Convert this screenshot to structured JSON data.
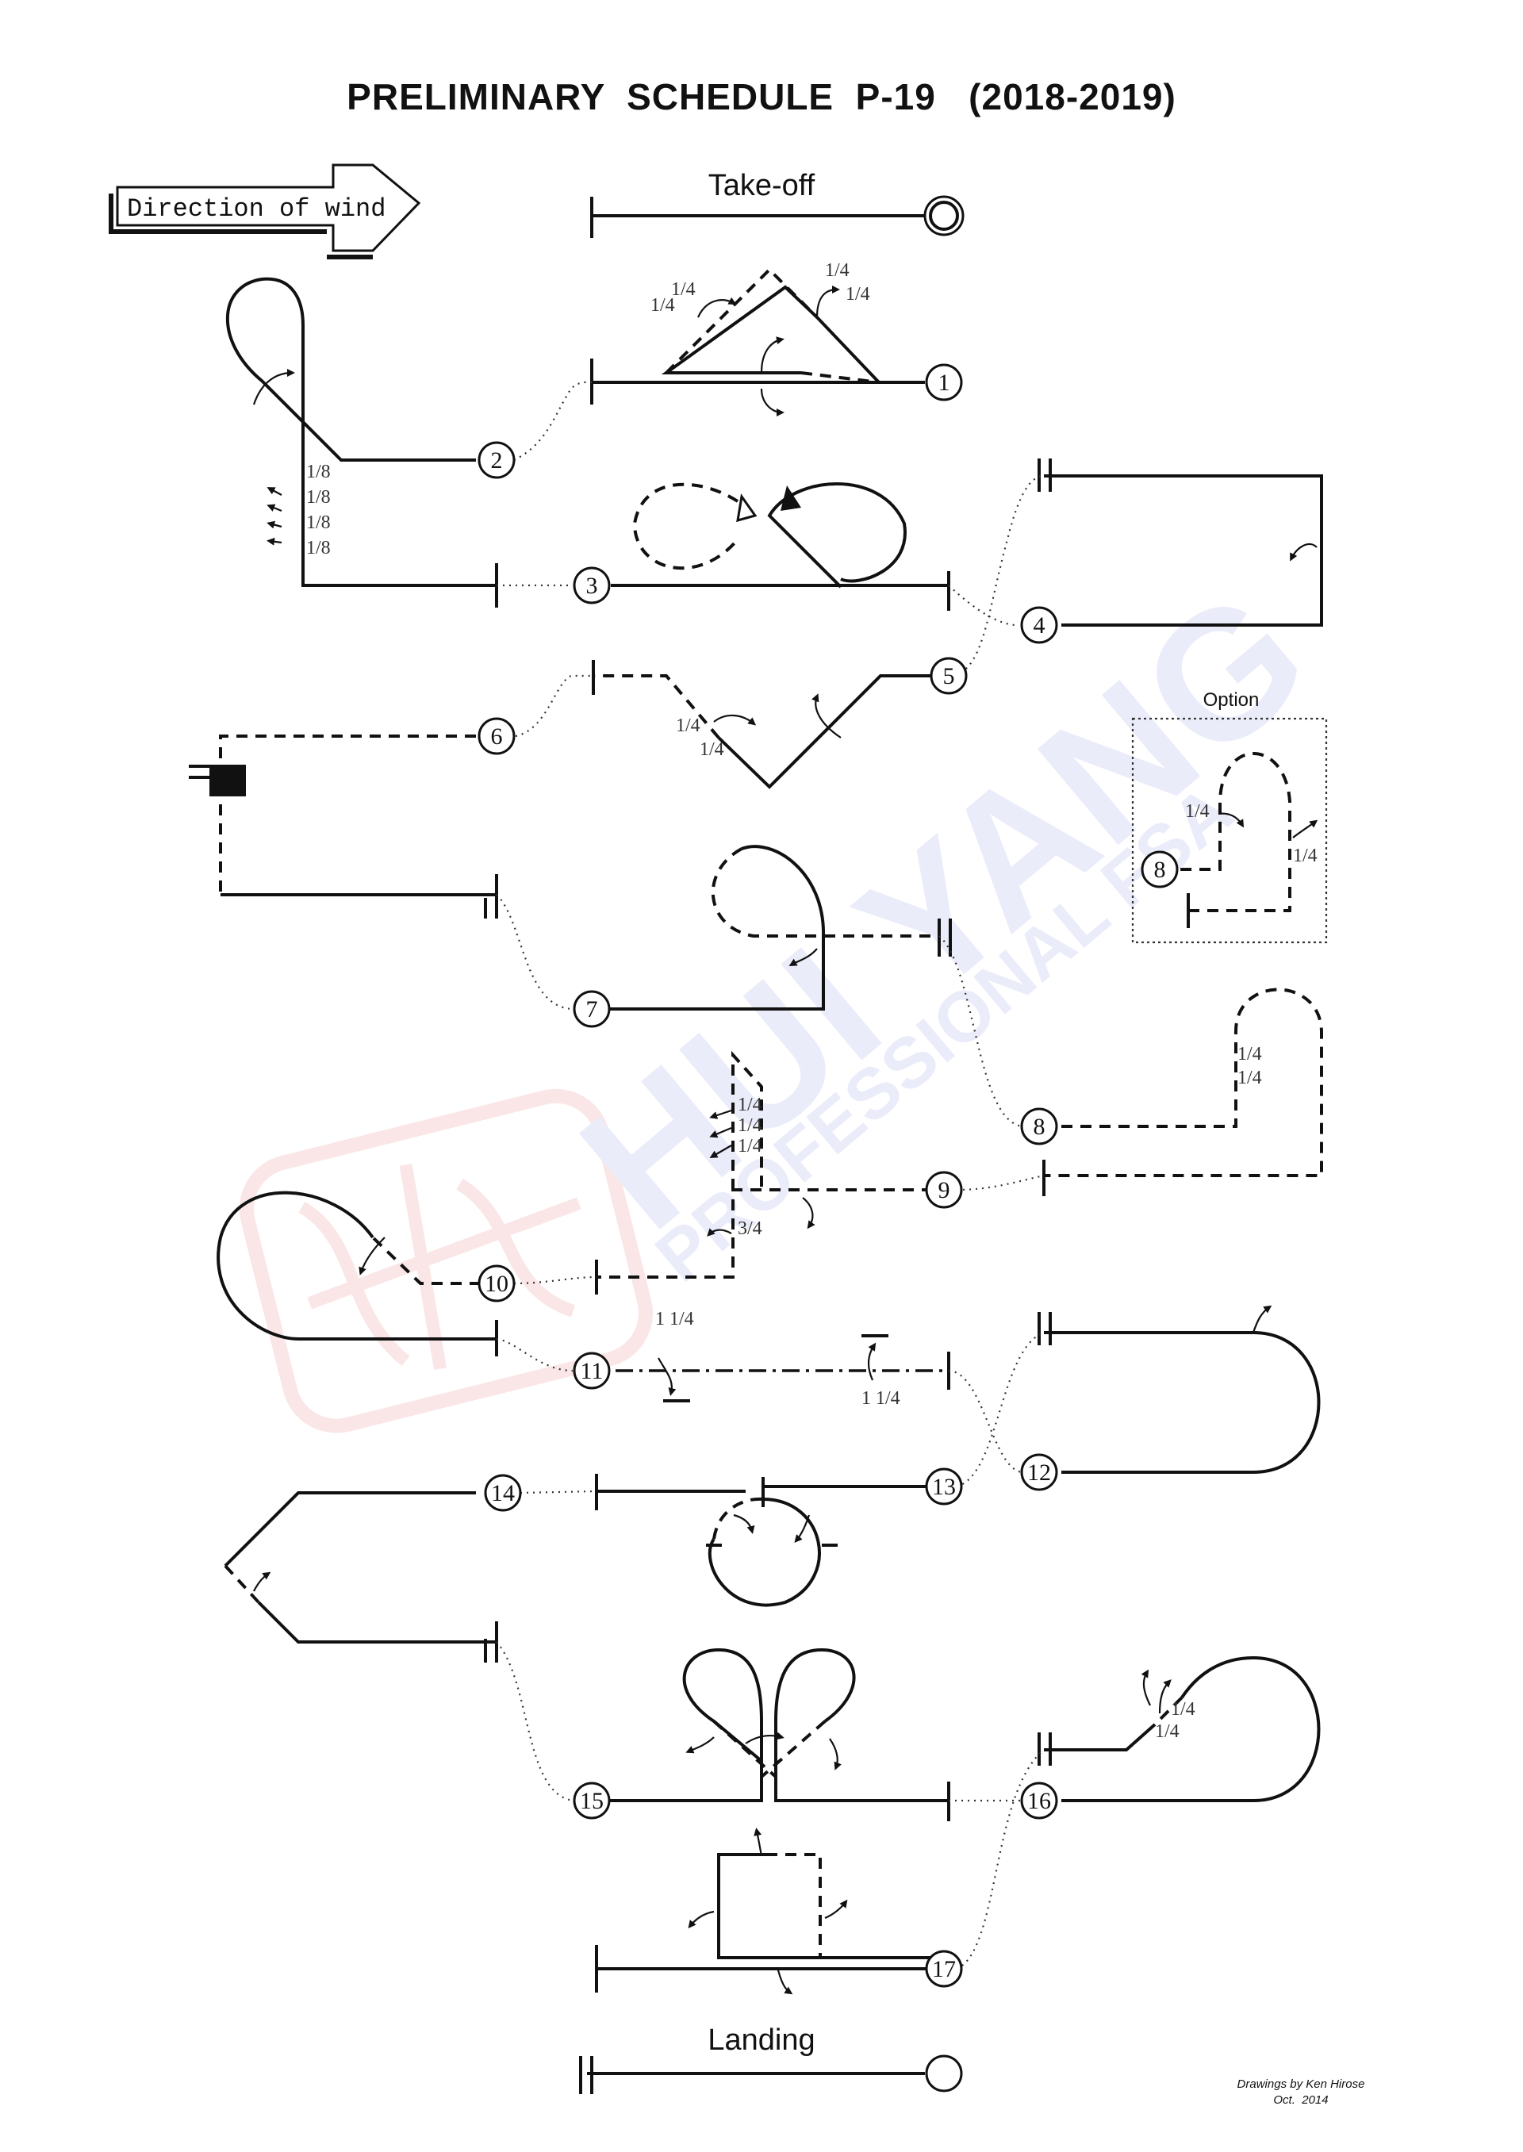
{
  "title": "PRELIMINARY  SCHEDULE  P-19   (2018-2019)",
  "wind": {
    "label": "Direction of wind"
  },
  "labels": {
    "takeoff": "Take-off",
    "landing": "Landing",
    "option": "Option",
    "credit_line1": "Drawings by Ken Hirose",
    "credit_line2": "Oct.  2014"
  },
  "fractions": {
    "quarter": "1/4",
    "eighth": "1/8",
    "three_quarter": "3/4",
    "one_and_quarter": "1 1/4"
  },
  "maneuvers": [
    "1",
    "2",
    "3",
    "4",
    "5",
    "6",
    "7",
    "8",
    "9",
    "10",
    "11",
    "12",
    "13",
    "14",
    "15",
    "16",
    "17"
  ],
  "option_number": "8",
  "watermark": {
    "main": "HUI YANG",
    "sub": "PROFESSIONAL FSA"
  }
}
